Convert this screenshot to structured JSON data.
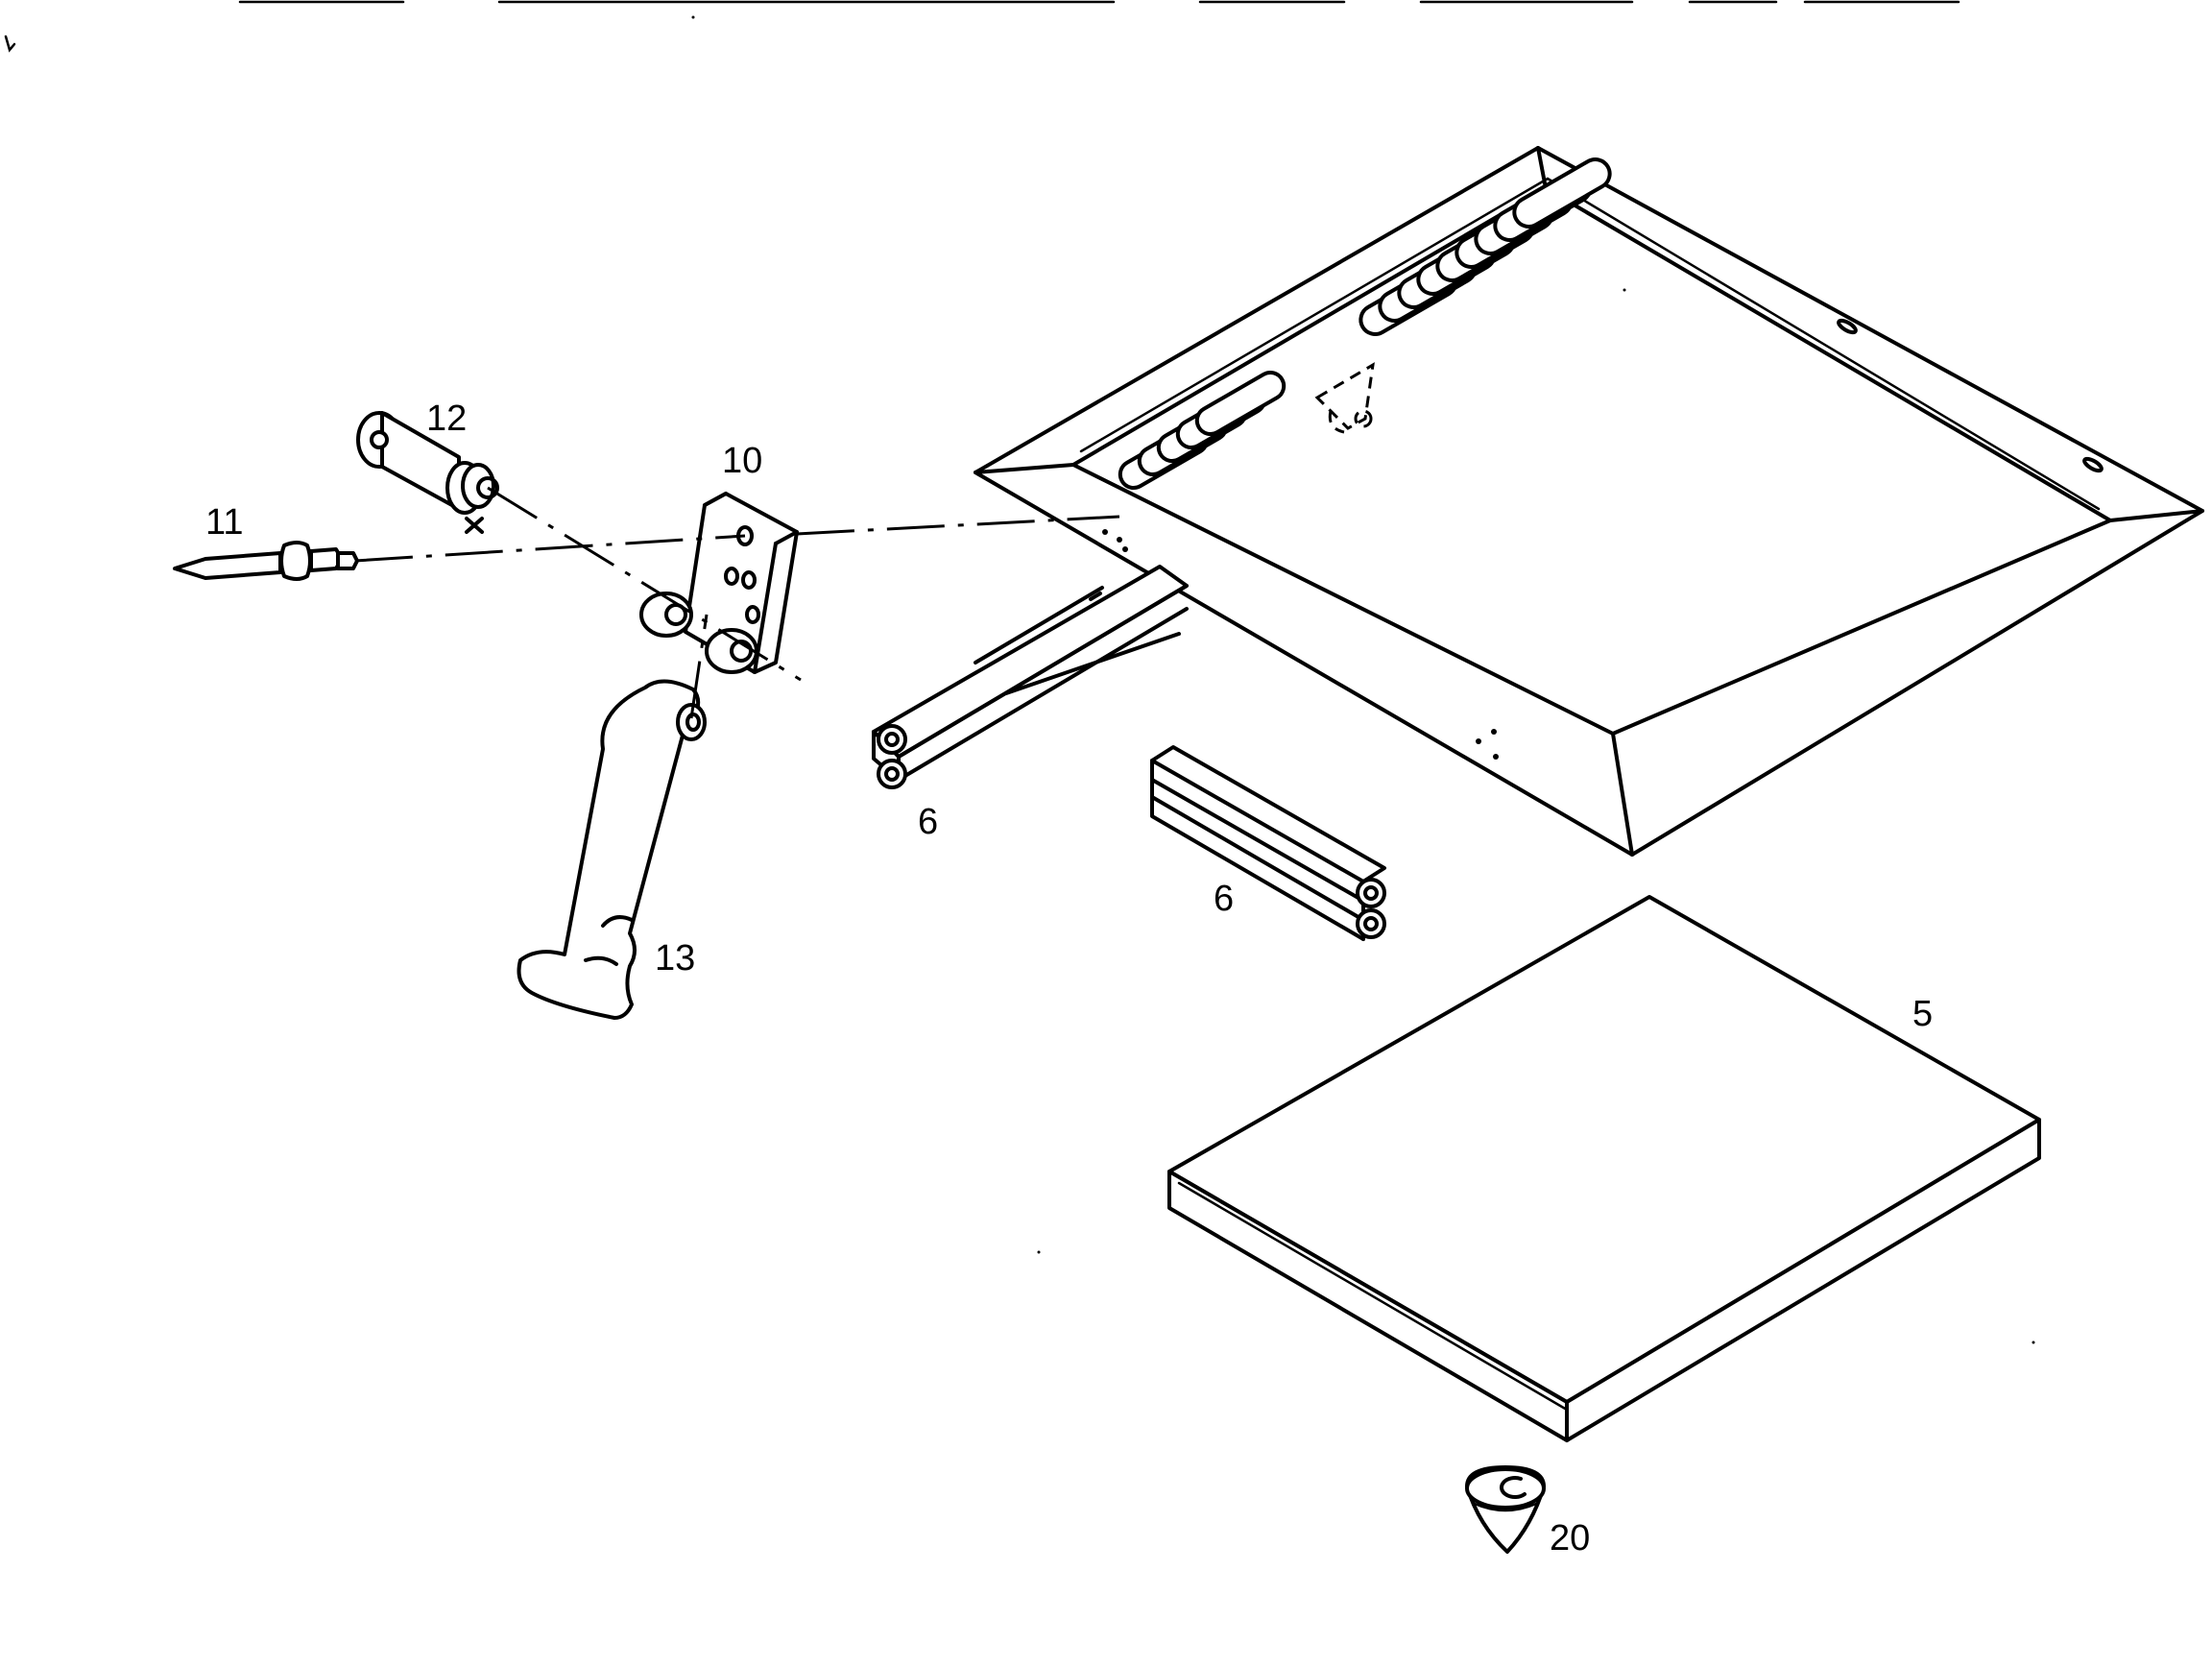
{
  "labels": {
    "part_5": "5",
    "part_6a": "6",
    "part_6b": "6",
    "part_10": "10",
    "part_11": "11",
    "part_12": "12",
    "part_13": "13",
    "part_20": "20"
  }
}
